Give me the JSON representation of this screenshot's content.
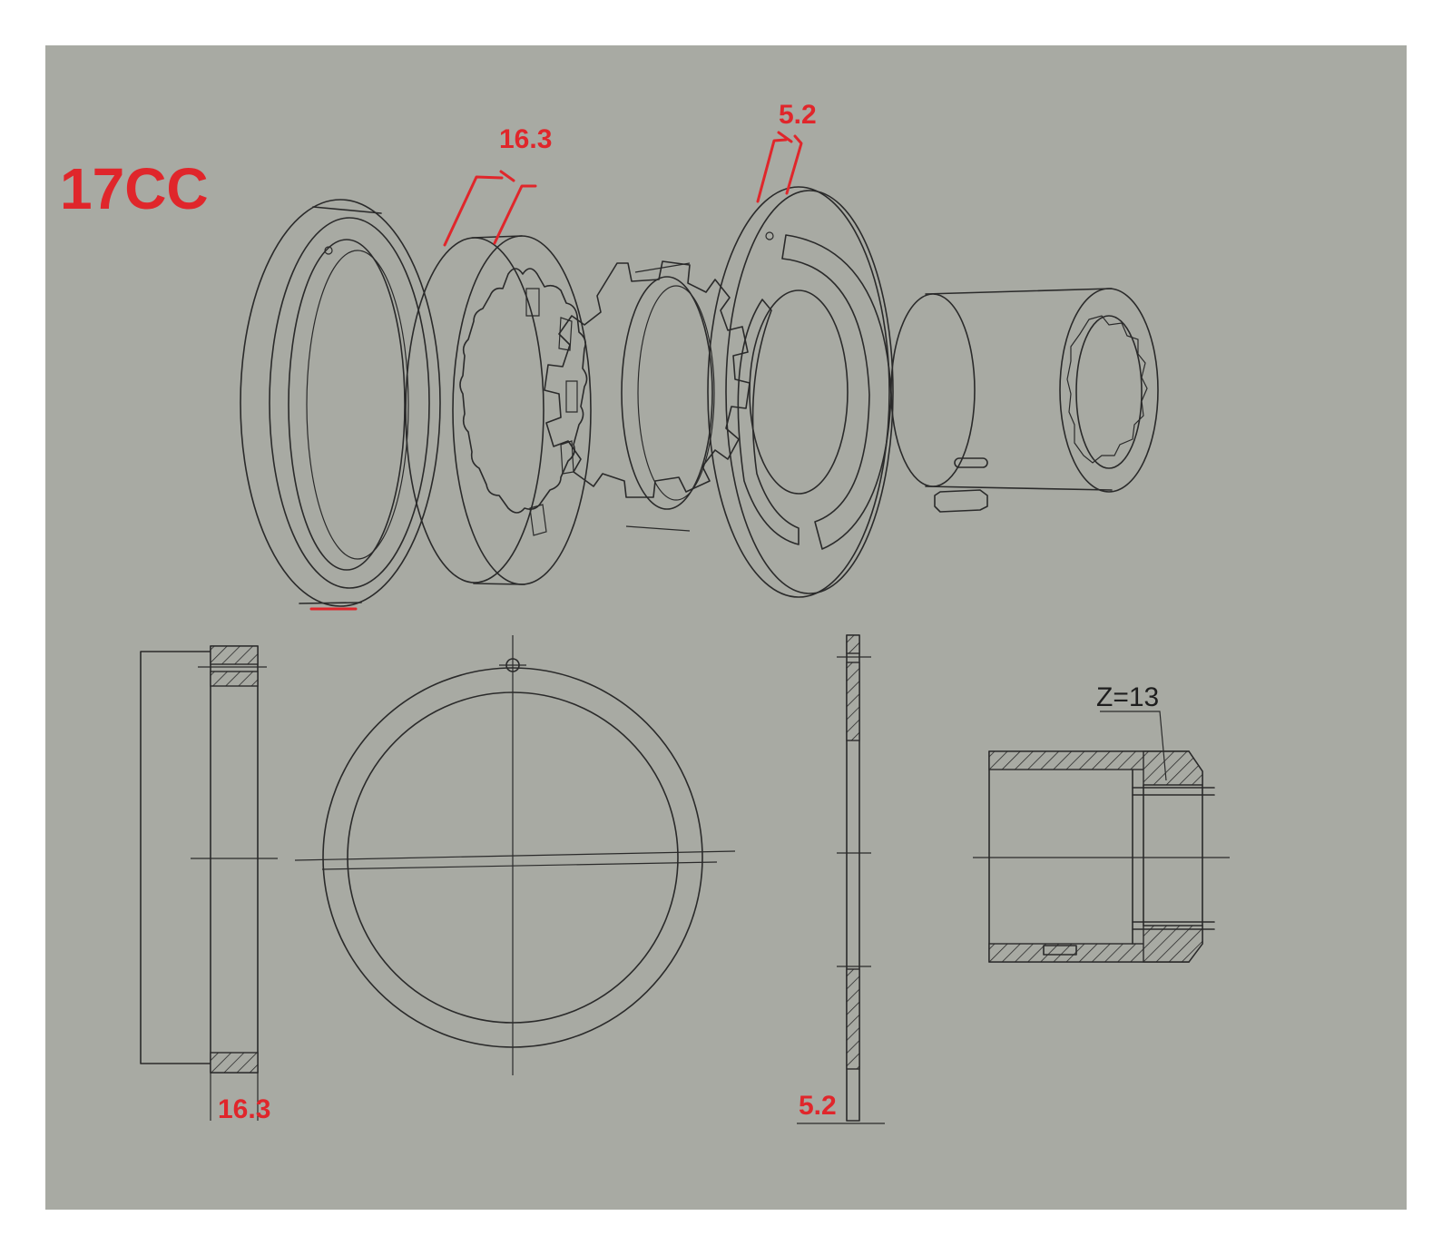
{
  "model_label": "17CC",
  "dimensions": {
    "ring_width_top": "16.3",
    "plate_thickness_top": "5.2",
    "ring_width_bottom": "16.3",
    "plate_thickness_bottom": "5.2",
    "spline_teeth": "Z=13"
  },
  "colors": {
    "background": "#a8aaa3",
    "annotation": "#e0262b",
    "line": "#2a2a2a"
  }
}
